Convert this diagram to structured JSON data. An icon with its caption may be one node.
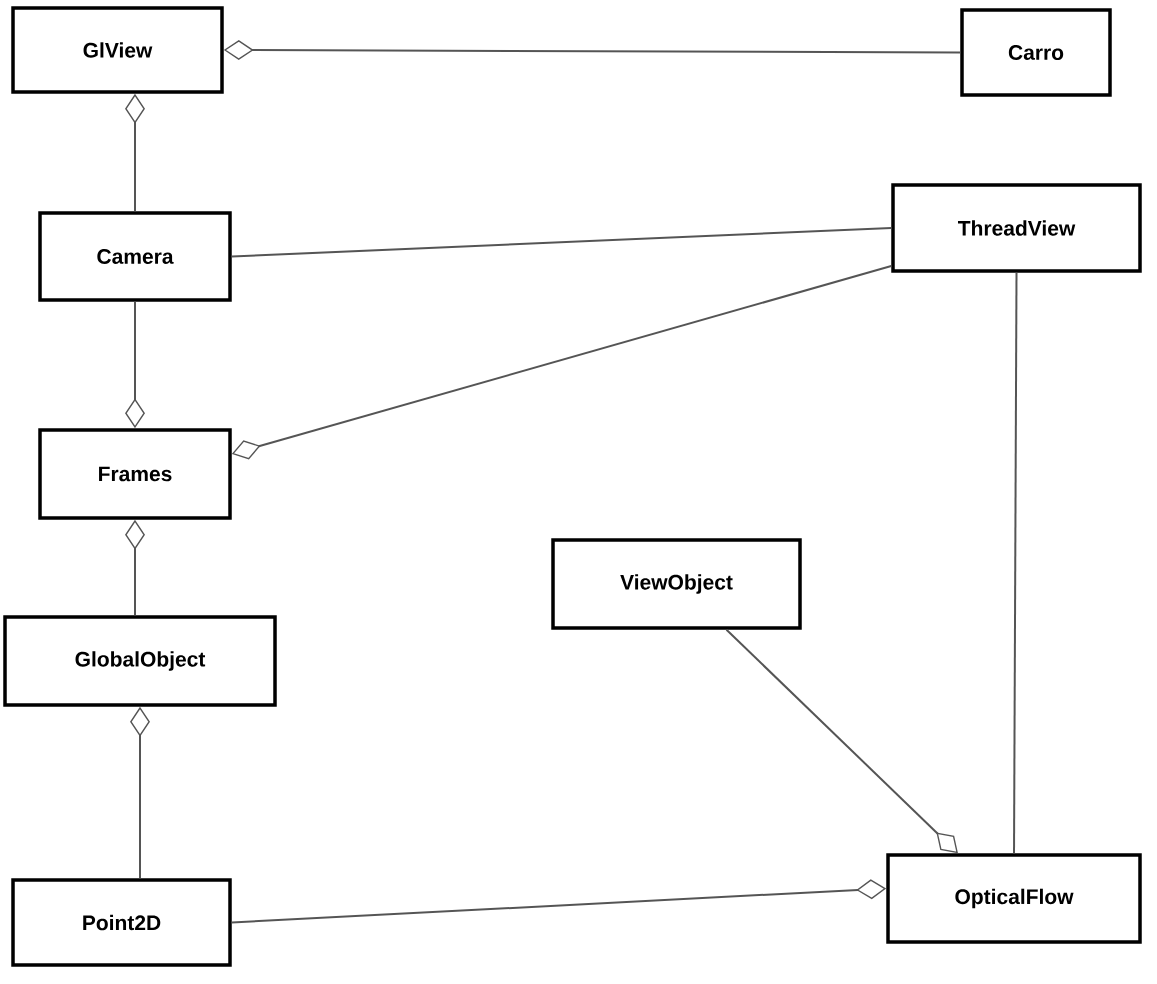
{
  "diagram": {
    "nodes": [
      {
        "text": [
          "GlView"
        ]
      },
      {
        "text": [
          "Carro"
        ]
      },
      {
        "text": [
          "Camera"
        ]
      },
      {
        "text": [
          "ThreadView"
        ]
      },
      {
        "text": [
          "Frames"
        ]
      },
      {
        "text": [
          "ViewObject"
        ]
      },
      {
        "text": [
          "GlobalObject"
        ]
      },
      {
        "text": [
          "Point2D"
        ]
      },
      {
        "text": [
          "OpticalFlow"
        ]
      }
    ],
    "edges": [
      {
        "from": 1,
        "to": 0,
        "arrow": "other"
      },
      {
        "from": 2,
        "to": 0,
        "arrow": "other"
      },
      {
        "from": 2,
        "to": 3,
        "arrow": "none"
      },
      {
        "from": 2,
        "to": 4,
        "arrow": "other"
      },
      {
        "from": 3,
        "to": 4,
        "arrow": "other"
      },
      {
        "from": 6,
        "to": 4,
        "arrow": "other"
      },
      {
        "from": 7,
        "to": 6,
        "arrow": "other"
      },
      {
        "from": 7,
        "to": 8,
        "arrow": "other"
      },
      {
        "from": 5,
        "to": 8,
        "arrow": "other"
      },
      {
        "from": 3,
        "to": 8,
        "arrow": "none"
      }
    ]
  }
}
